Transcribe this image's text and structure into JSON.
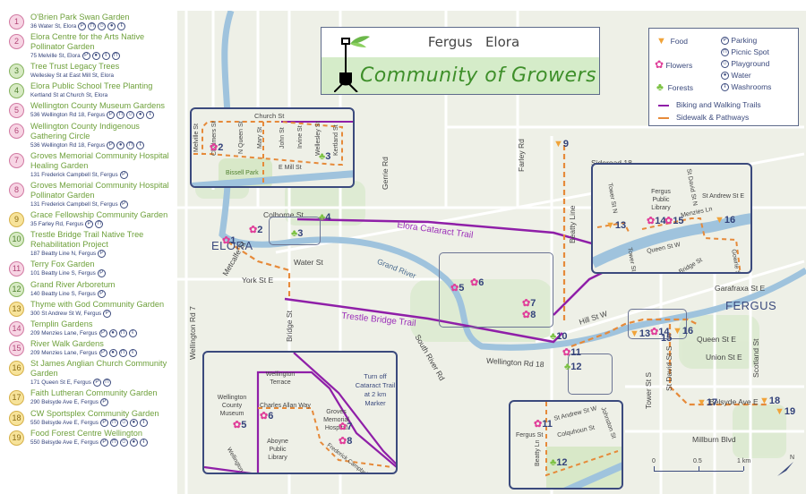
{
  "title": {
    "line1_left": "Fergus",
    "line1_right": "Elora",
    "line2": "Community of Growers",
    "icon": "shovel-with-leaves-icon"
  },
  "legend": {
    "categories": [
      {
        "label": "Food",
        "icon": "carrot-icon",
        "color": "#f0a33a"
      },
      {
        "label": "Flowers",
        "icon": "flower-icon",
        "color": "#e0409a"
      },
      {
        "label": "Forests",
        "icon": "tree-icon",
        "color": "#7cc243"
      }
    ],
    "amenities": [
      {
        "label": "Parking",
        "symbol": "P",
        "icon": "parking-icon"
      },
      {
        "label": "Picnic Spot",
        "symbol": "⊓",
        "icon": "picnic-icon"
      },
      {
        "label": "Playground",
        "symbol": "☺",
        "icon": "playground-icon"
      },
      {
        "label": "Water",
        "symbol": "●",
        "icon": "water-icon"
      },
      {
        "label": "Washrooms",
        "symbol": "ŧ",
        "icon": "washroom-icon"
      }
    ],
    "lines": [
      {
        "label": "Biking and Walking Trails",
        "color": "#8f1fa8"
      },
      {
        "label": "Sidewalk & Pathways",
        "color": "#e68a3a"
      }
    ]
  },
  "sites": [
    {
      "n": "1",
      "type": "flowers",
      "name": "O'Brien Park Swan Garden",
      "address": "36 Water St, Elora",
      "amenities": [
        "P",
        "⊓",
        "☺",
        "●",
        "ŧ"
      ]
    },
    {
      "n": "2",
      "type": "flowers",
      "name": "Elora Centre for the Arts Native Pollinator Garden",
      "address": "75 Melville St, Elora",
      "amenities": [
        "P",
        "●",
        "ŧ",
        "⊓"
      ]
    },
    {
      "n": "3",
      "type": "forests",
      "name": "Tree Trust Legacy Trees",
      "address": "Wellesley St at East Mill St, Elora",
      "amenities": []
    },
    {
      "n": "4",
      "type": "forests",
      "name": "Elora Public School Tree Planting",
      "address": "Kertland St at Church St, Elora",
      "amenities": []
    },
    {
      "n": "5",
      "type": "flowers",
      "name": "Wellington County Museum Gardens",
      "address": "536 Wellington Rd 18, Fergus",
      "amenities": [
        "P",
        "⊓",
        "☺",
        "●",
        "ŧ"
      ]
    },
    {
      "n": "6",
      "type": "flowers",
      "name": "Wellington County Indigenous Gathering Circle",
      "address": "536 Wellington Rd 18, Fergus",
      "amenities": [
        "P",
        "●",
        "⊓",
        "ŧ"
      ]
    },
    {
      "n": "7",
      "type": "flowers",
      "name": "Groves Memorial Community Hospital Healing Garden",
      "address": "131 Frederick Campbell St, Fergus",
      "amenities": [
        "P"
      ]
    },
    {
      "n": "8",
      "type": "flowers",
      "name": "Groves Memorial Community Hospital Pollinator Garden",
      "address": "131 Frederick Campbell St, Fergus",
      "amenities": [
        "P"
      ]
    },
    {
      "n": "9",
      "type": "food",
      "name": "Grace Fellowship Community Garden",
      "address": "35 Farley Rd, Fergus",
      "amenities": [
        "P",
        "⊓"
      ]
    },
    {
      "n": "10",
      "type": "forests",
      "name": "Trestle Bridge Trail Native Tree Rehabilitation Project",
      "address": "187 Beatty Line N, Fergus",
      "amenities": [
        "P"
      ]
    },
    {
      "n": "11",
      "type": "flowers",
      "name": "Terry Fox Garden",
      "address": "101 Beatty Line S, Fergus",
      "amenities": [
        "P"
      ]
    },
    {
      "n": "12",
      "type": "forests",
      "name": "Grand River Arboretum",
      "address": "140 Beatty Line S, Fergus",
      "amenities": [
        "P"
      ]
    },
    {
      "n": "13",
      "type": "food",
      "name": "Thyme with God Community Garden",
      "address": "300 St Andrew St W, Fergus",
      "amenities": [
        "P"
      ]
    },
    {
      "n": "14",
      "type": "flowers",
      "name": "Templin Gardens",
      "address": "209 Menzies Lane, Fergus",
      "amenities": [
        "P",
        "●",
        "⊓",
        "ŧ"
      ]
    },
    {
      "n": "15",
      "type": "flowers",
      "name": "River Walk Gardens",
      "address": "209 Menzies Lane, Fergus",
      "amenities": [
        "P",
        "●",
        "⊓",
        "ŧ"
      ]
    },
    {
      "n": "16",
      "type": "food",
      "name": "St James Anglian Church Community Garden",
      "address": "171 Queen St E, Fergus",
      "amenities": [
        "P",
        "⊓"
      ]
    },
    {
      "n": "17",
      "type": "food",
      "name": "Faith Lutheran Community Garden",
      "address": "290 Belsyde Ave E, Fergus",
      "amenities": [
        "P"
      ]
    },
    {
      "n": "18",
      "type": "food",
      "name": "CW Sportsplex Community Garden",
      "address": "550 Belsyde Ave E, Fergus",
      "amenities": [
        "P",
        "⊓",
        "☺",
        "●",
        "ŧ"
      ]
    },
    {
      "n": "19",
      "type": "food",
      "name": "Food Forest Centre Wellington",
      "address": "550 Belsyde Ave E, Fergus",
      "amenities": [
        "P",
        "⊓",
        "☺",
        "●",
        "ŧ"
      ]
    }
  ],
  "map": {
    "towns": {
      "elora": "ELORA",
      "fergus": "FERGUS"
    },
    "trails": {
      "cataract": "Elora Cataract Trail",
      "trestle": "Trestle Bridge Trail"
    },
    "river": "Grand River",
    "streets": {
      "colborne": "Colborne St",
      "metcalfe": "Metcalfe St",
      "water": "Water St",
      "york": "York St E",
      "wellington7": "Wellington Rd 7",
      "bridge": "Bridge St",
      "gerrie": "Gerrie Rd",
      "farley": "Farley Rd",
      "beatty": "Beatty Line",
      "sideroad18": "Sideroad 18",
      "hill": "Hill St W",
      "wellington18": "Wellington Rd 18",
      "southriver": "South River Rd",
      "garafraxa": "Garafraxa St E",
      "queen": "Queen St E",
      "union": "Union St E",
      "tower": "Tower St S",
      "stdavid": "St David St S",
      "scotland": "Scotland St",
      "belsyde": "Belsyde Ave E",
      "millburn": "Millburn Blvd"
    },
    "inset_elora": {
      "streets": [
        "Church St",
        "Melville St",
        "Chalmers St",
        "N Queen St",
        "Mary St",
        "John St",
        "Irvine St",
        "Wellesley St",
        "Kertland St",
        "E Mill St"
      ],
      "park": "Bissell Park"
    },
    "inset_museum": {
      "labels": [
        "Wellington Terrace",
        "Charles Allan Way",
        "Wellington County Museum",
        "Aboyne Public Library",
        "Groves Memorial Hospital",
        "Wellington Rd 18",
        "Frederick Campbell St"
      ],
      "note": "Turn off Cataract Trail at 2 km Marker"
    },
    "inset_beatty": {
      "streets": [
        "St Andrew St W",
        "Johnston St",
        "Fergus St",
        "Colquhoun St",
        "Beatty Ln"
      ]
    },
    "inset_fergus": {
      "streets": [
        "Tower St N",
        "St David St N",
        "St Andrew St E",
        "Menzies Ln",
        "Queen St W",
        "Tower St S",
        "Bridge St",
        "Gowrie St S"
      ],
      "library": "Fergus Public Library"
    },
    "scale": {
      "ticks": [
        "0",
        "0.5",
        "1 km"
      ]
    },
    "north": "N"
  }
}
